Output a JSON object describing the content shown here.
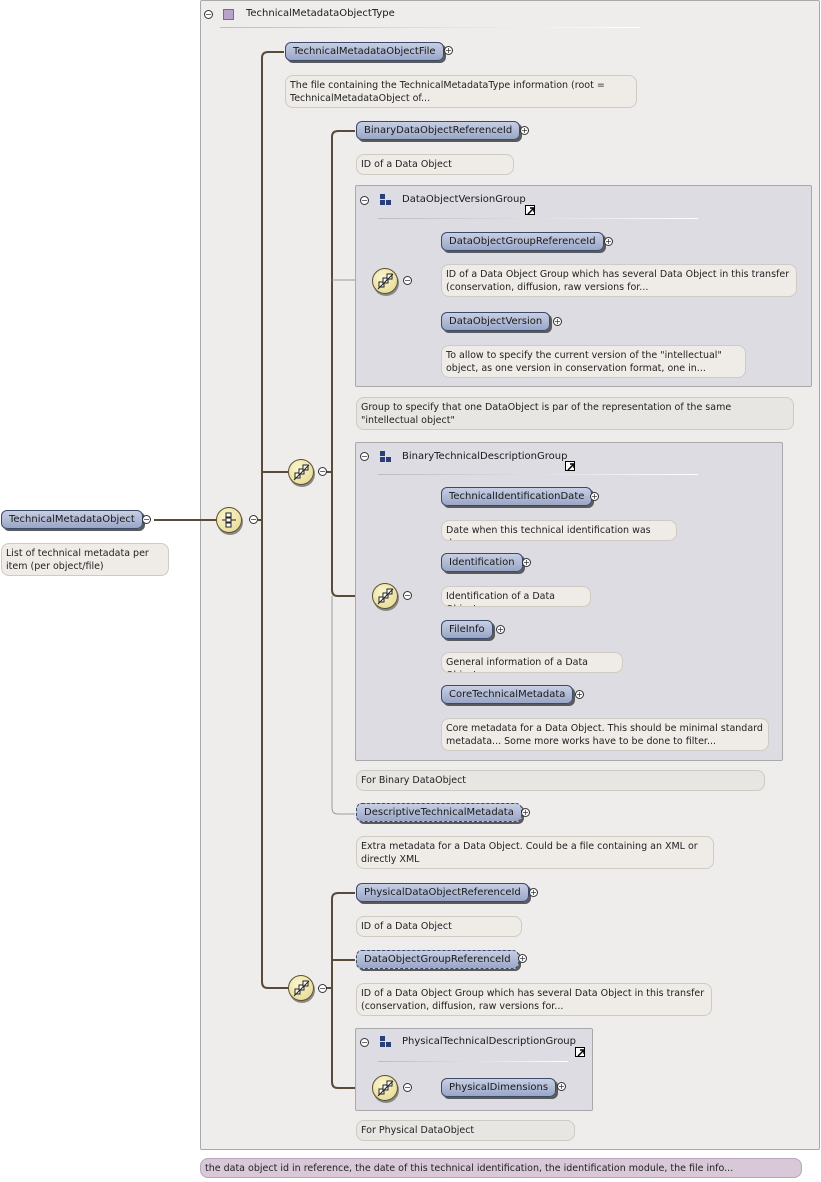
{
  "root": {
    "label": "TechnicalMetadataObject",
    "doc": "List of technical metadata per item (per object/file)"
  },
  "type": {
    "title": "TechnicalMetadataObjectType",
    "doc": "the data object id in reference, the date of this technical identification, the identification module, the file info..."
  },
  "file": {
    "label": "TechnicalMetadataObjectFile",
    "doc": "The file containing the TechnicalMetadataType information (root = TechnicalMetadataObject of..."
  },
  "binary": {
    "ref": {
      "label": "BinaryDataObjectReferenceId",
      "doc": "ID of a Data Object"
    },
    "version_group": {
      "title": "DataObjectVersionGroup",
      "group_ref": {
        "label": "DataObjectGroupReferenceId",
        "doc": "ID of a Data Object Group which has several Data Object in this transfer (conservation, diffusion, raw versions for..."
      },
      "version": {
        "label": "DataObjectVersion",
        "doc": "To allow to specify the current version of the \"intellectual\" object, as one version in conservation format, one in..."
      },
      "doc": "Group to specify that one DataObject is par of the representation of the same \"intellectual object\""
    },
    "desc_group": {
      "title": "BinaryTechnicalDescriptionGroup",
      "items": [
        {
          "label": "TechnicalIdentificationDate",
          "doc": "Date when this technical identification was done"
        },
        {
          "label": "Identification",
          "doc": "Identification of a Data Object"
        },
        {
          "label": "FileInfo",
          "doc": "General information of a Data Object"
        },
        {
          "label": "CoreTechnicalMetadata",
          "doc": "Core metadata for a Data Object. This should be minimal standard metadata... Some more works have to be done to filter..."
        }
      ],
      "doc": "For Binary DataObject"
    },
    "descriptive": {
      "label": "DescriptiveTechnicalMetadata",
      "doc": "Extra metadata for a Data Object. Could be a file containing an XML or directly XML"
    }
  },
  "physical": {
    "ref": {
      "label": "PhysicalDataObjectReferenceId",
      "doc": "ID of a Data Object"
    },
    "group_ref": {
      "label": "DataObjectGroupReferenceId",
      "doc": "ID of a Data Object Group which has several Data Object in this transfer (conservation, diffusion, raw versions for..."
    },
    "desc_group": {
      "title": "PhysicalTechnicalDescriptionGroup",
      "dimensions": {
        "label": "PhysicalDimensions"
      },
      "doc": "For Physical DataObject"
    }
  },
  "icons": {
    "plus": "+",
    "minus": "−",
    "expand": "plus-circle-icon",
    "collapse": "minus-circle-icon",
    "sequence": "sequence-compositor-icon",
    "choice": "choice-compositor-icon",
    "group": "group-icon",
    "link": "arrow-link-icon",
    "type": "complex-type-icon"
  },
  "colors": {
    "node": "#a9b4d2",
    "compositor": "#efe4a8",
    "group_bg": "#dcdce2",
    "type_doc": "#d8c8d8"
  }
}
